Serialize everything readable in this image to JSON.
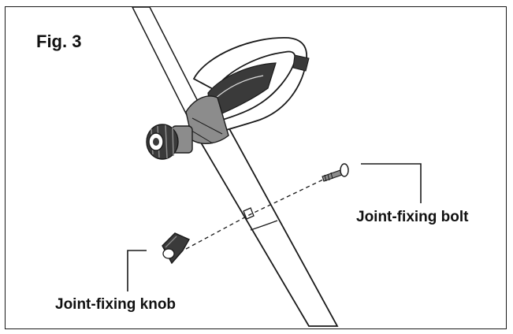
{
  "figure": {
    "title": "Fig. 3"
  },
  "callouts": {
    "bolt": "Joint-fixing bolt",
    "knob": "Joint-fixing knob"
  },
  "colors": {
    "line": "#1a1a1a",
    "fill_dark": "#3a3a3a",
    "fill_mid": "#8c8c8c",
    "fill_light": "#dcdcdc",
    "background": "#ffffff"
  }
}
